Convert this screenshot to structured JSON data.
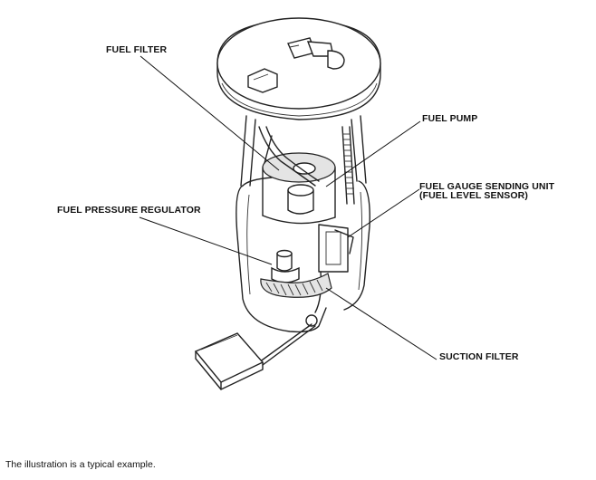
{
  "labels": {
    "fuel_filter": "FUEL FILTER",
    "fuel_pump": "FUEL PUMP",
    "fuel_gauge_line1": "FUEL GAUGE SENDING UNIT",
    "fuel_gauge_line2": "(FUEL LEVEL SENSOR)",
    "fuel_pressure_regulator": "FUEL PRESSURE REGULATOR",
    "suction_filter": "SUCTION FILTER"
  },
  "footer": {
    "note": "The illustration is a typical example."
  },
  "colors": {
    "line": "#222222",
    "shade": "#e4e4e4",
    "background": "#ffffff"
  }
}
